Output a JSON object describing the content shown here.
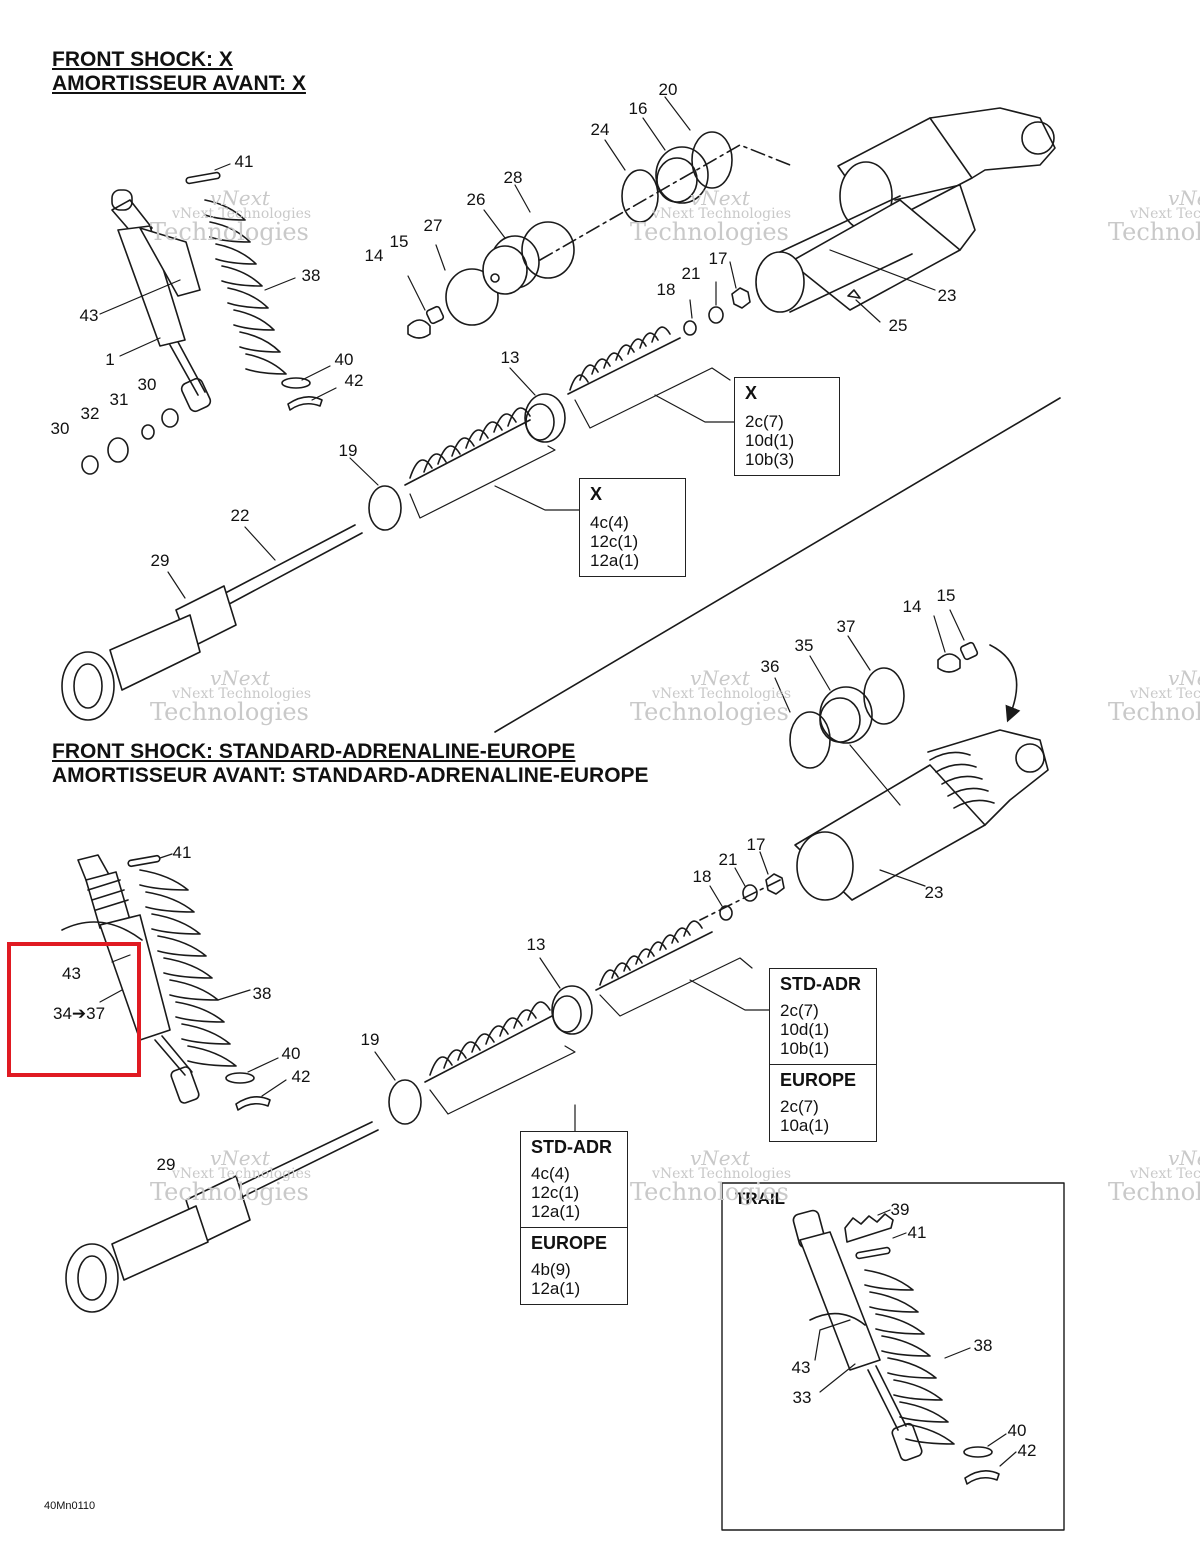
{
  "section_x": {
    "title_en": "FRONT SHOCK:  X",
    "title_fr": "AMORTISSEUR AVANT:  X"
  },
  "section_std": {
    "title_en": "FRONT SHOCK:  STANDARD-ADRENALINE-EUROPE",
    "title_fr": "AMORTISSEUR AVANT:  STANDARD-ADRENALINE-EUROPE"
  },
  "callouts_x": [
    "41",
    "43",
    "1",
    "38",
    "40",
    "42",
    "30",
    "31",
    "32",
    "30",
    "14",
    "15",
    "27",
    "26",
    "28",
    "24",
    "16",
    "20",
    "21",
    "17",
    "18",
    "23",
    "25",
    "13",
    "19",
    "22",
    "29"
  ],
  "callouts_std": [
    "41",
    "43",
    "38",
    "40",
    "42",
    "19",
    "13",
    "18",
    "21",
    "17",
    "23",
    "29",
    "14",
    "15",
    "37",
    "35",
    "36"
  ],
  "callouts_trail": [
    "39",
    "41",
    "38",
    "43",
    "33",
    "40",
    "42"
  ],
  "kits": {
    "x_upper": {
      "title": "X",
      "lines": [
        "2c(7)",
        "10d(1)",
        "10b(3)"
      ]
    },
    "x_lower": {
      "title": "X",
      "lines": [
        "4c(4)",
        "12c(1)",
        "12a(1)"
      ]
    },
    "std_upper": [
      {
        "title": "STD-ADR",
        "lines": [
          "2c(7)",
          "10d(1)",
          "10b(1)"
        ]
      },
      {
        "title": "EUROPE",
        "lines": [
          "2c(7)",
          "10a(1)"
        ]
      }
    ],
    "std_lower": [
      {
        "title": "STD-ADR",
        "lines": [
          "4c(4)",
          "12c(1)",
          "12a(1)"
        ]
      },
      {
        "title": "EUROPE",
        "lines": [
          "4b(9)",
          "12a(1)"
        ]
      }
    ]
  },
  "trail_label": "TRAIL",
  "highlight": {
    "label_43": "43",
    "range_label": "34➔37",
    "color": "#e01a22"
  },
  "figure_code": "40Mn0110",
  "watermark": {
    "line1": "vNext",
    "line2": "vNext Technologies",
    "line3": "Technologies"
  }
}
